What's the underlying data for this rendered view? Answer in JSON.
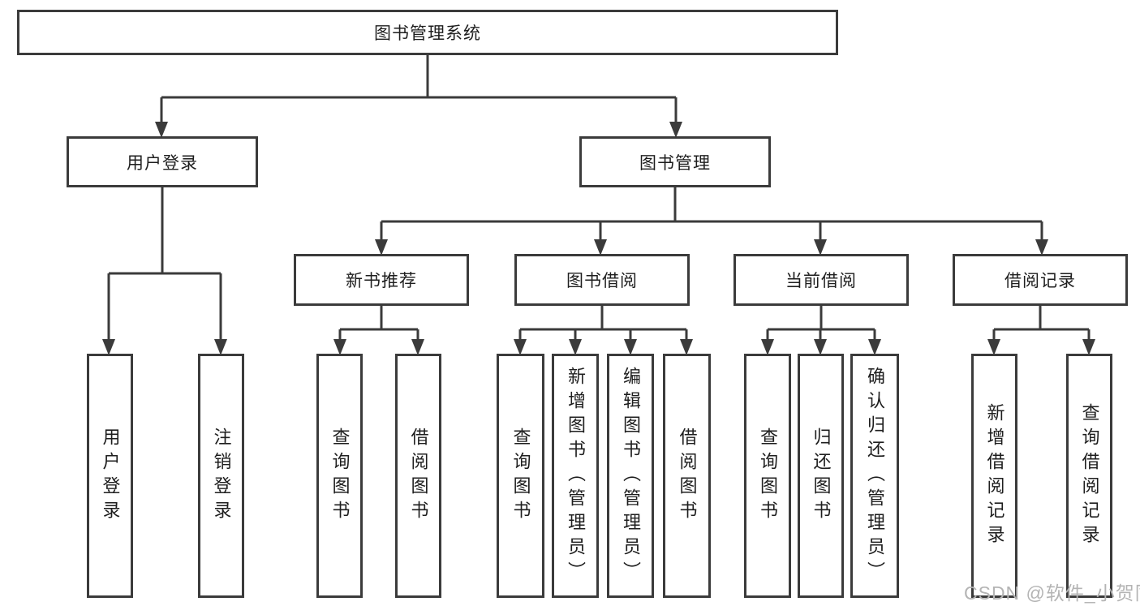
{
  "root": {
    "label": "图书管理系统"
  },
  "branches": {
    "user": {
      "label": "用户登录",
      "children": [
        "用户登录",
        "注销登录"
      ]
    },
    "book": {
      "label": "图书管理",
      "groups": [
        {
          "label": "新书推荐",
          "children": [
            "查询图书",
            "借阅图书"
          ]
        },
        {
          "label": "图书借阅",
          "children": [
            "查询图书",
            "新增图书（管理员）",
            "编辑图书（管理员）",
            "借阅图书"
          ]
        },
        {
          "label": "当前借阅",
          "children": [
            "查询图书",
            "归还图书",
            "确认归还（管理员）"
          ]
        },
        {
          "label": "借阅记录",
          "children": [
            "新增借阅记录",
            "查询借阅记录"
          ]
        }
      ]
    }
  },
  "watermark": {
    "text": "CSDN @软件_小贺同学"
  },
  "colors": {
    "line": "#3b3b3b",
    "box_fill": "#ffffff",
    "text": "#1e1e1e",
    "watermark": "#b4b4b4"
  }
}
